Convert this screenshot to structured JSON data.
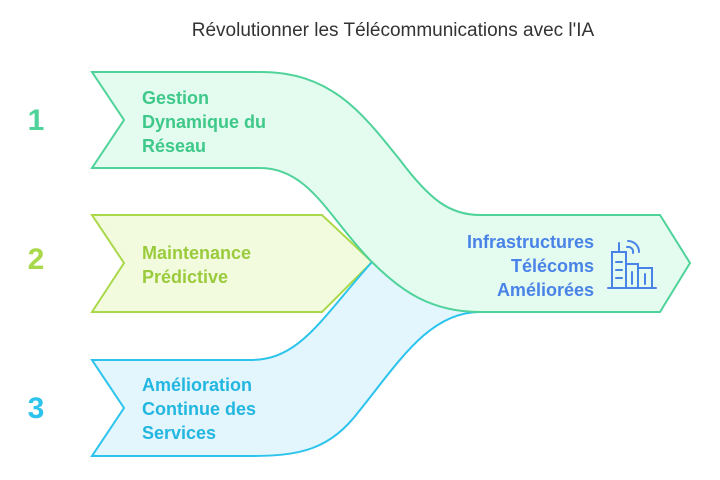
{
  "title": "Révolutionner les Télécommunications avec l'IA",
  "colors": {
    "green": "#4fd39a",
    "green_fill": "#e4fbef",
    "lime": "#a9d94a",
    "lime_fill": "#f3fbdf",
    "blue": "#2cc3ec",
    "blue_fill": "#e3f6fd",
    "target_blue": "#4a83e8"
  },
  "inputs": [
    {
      "number": "1",
      "lines": [
        "Gestion",
        "Dynamique du",
        "Réseau"
      ],
      "color": "green"
    },
    {
      "number": "2",
      "lines": [
        "Maintenance",
        "Prédictive"
      ],
      "color": "lime"
    },
    {
      "number": "3",
      "lines": [
        "Amélioration",
        "Continue des",
        "Services"
      ],
      "color": "blue"
    }
  ],
  "output": {
    "lines": [
      "Infrastructures",
      "Télécoms",
      "Améliorées"
    ],
    "icon": "telecom-tower-buildings-icon"
  }
}
